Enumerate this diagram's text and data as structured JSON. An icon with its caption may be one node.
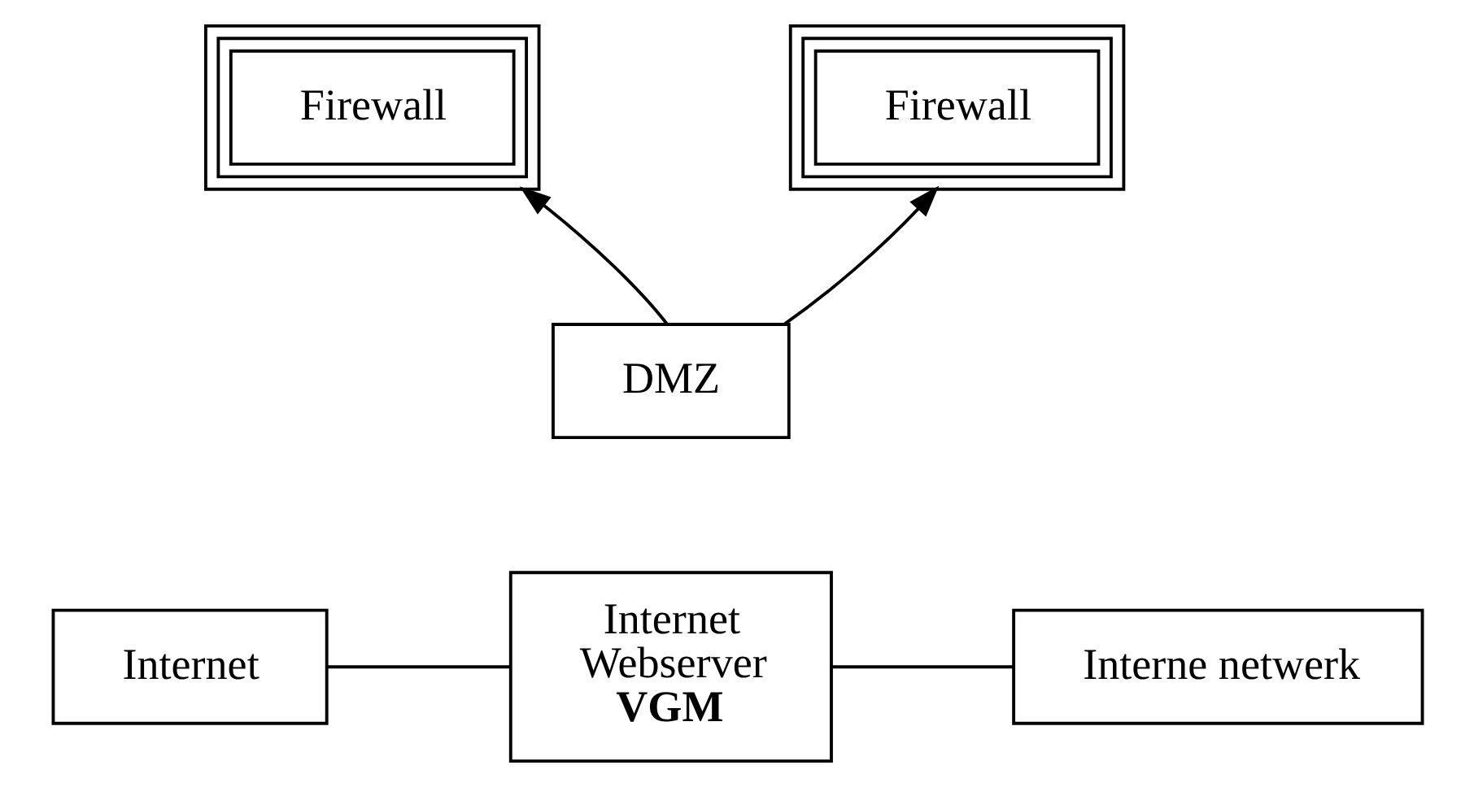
{
  "diagram": {
    "nodes": [
      {
        "text": [
          "Firewall"
        ]
      },
      {
        "text": [
          "Firewall"
        ]
      },
      {
        "text": [
          "DMZ"
        ]
      },
      {
        "text": [
          "Internet"
        ]
      },
      {
        "text": [
          "Internet Webserver **VGM**"
        ]
      },
      {
        "text": [
          "Interne netwerk"
        ]
      }
    ],
    "edges": [
      {
        "from": 2,
        "to": 0,
        "arrow": "to"
      },
      {
        "from": 2,
        "to": 1,
        "arrow": "to"
      },
      {
        "from": 3,
        "to": 4,
        "arrow": "none"
      },
      {
        "from": 4,
        "to": 5,
        "arrow": "none"
      }
    ]
  }
}
